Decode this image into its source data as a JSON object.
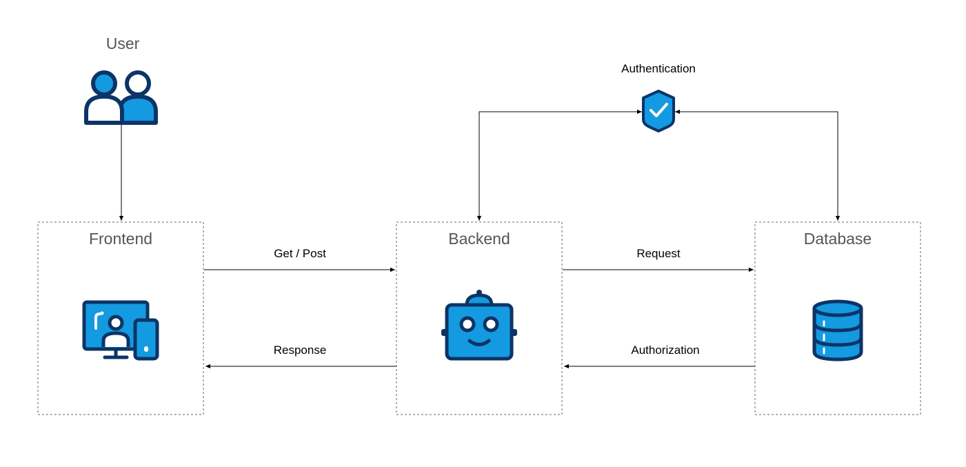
{
  "nodes": {
    "user": {
      "label": "User",
      "icon": "users-icon"
    },
    "authentication": {
      "label": "Authentication",
      "icon": "shield-check-icon"
    },
    "frontend": {
      "label": "Frontend",
      "icon": "monitor-phone-user-icon"
    },
    "backend": {
      "label": "Backend",
      "icon": "robot-icon"
    },
    "database": {
      "label": "Database",
      "icon": "database-icon"
    }
  },
  "edges": {
    "get_post": "Get / Post",
    "response": "Response",
    "request": "Request",
    "authorization": "Authorization"
  },
  "colors": {
    "icon_dark": "#0c3466",
    "icon_fill": "#149ae0",
    "box_border": "#666666",
    "arrow": "#000000",
    "title_text": "#555555"
  }
}
